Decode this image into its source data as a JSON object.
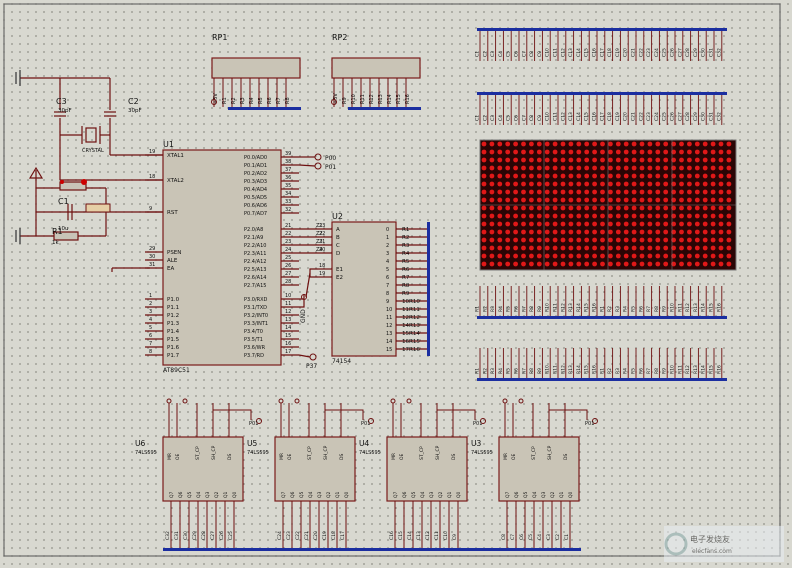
{
  "oscillator": {
    "c3": "C3",
    "c3_value": "30pF",
    "c2": "C2",
    "c2_value": "30pF",
    "crystal": "CRYSTAL",
    "c1": "C1",
    "c1_value": "10u",
    "r1": "R1",
    "r1_value": "1k"
  },
  "mcu": {
    "ref": "U1",
    "part": "AT89C51",
    "left_pins": [
      {
        "num": "19",
        "name": "XTAL1"
      },
      {
        "num": "18",
        "name": "XTAL2"
      },
      {
        "num": "9",
        "name": "RST"
      },
      {
        "num": "29",
        "name": "PSEN"
      },
      {
        "num": "30",
        "name": "ALE"
      },
      {
        "num": "31",
        "name": "EA"
      },
      {
        "num": "1",
        "name": "P1.0"
      },
      {
        "num": "2",
        "name": "P1.1"
      },
      {
        "num": "3",
        "name": "P1.2"
      },
      {
        "num": "4",
        "name": "P1.3"
      },
      {
        "num": "5",
        "name": "P1.4"
      },
      {
        "num": "6",
        "name": "P1.5"
      },
      {
        "num": "7",
        "name": "P1.6"
      },
      {
        "num": "8",
        "name": "P1.7"
      }
    ],
    "right_pins": [
      {
        "num": "39",
        "name": "P0.0/AD0"
      },
      {
        "num": "38",
        "name": "P0.1/AD1"
      },
      {
        "num": "37",
        "name": "P0.2/AD2"
      },
      {
        "num": "36",
        "name": "P0.3/AD3"
      },
      {
        "num": "35",
        "name": "P0.4/AD4"
      },
      {
        "num": "34",
        "name": "P0.5/AD5"
      },
      {
        "num": "33",
        "name": "P0.6/AD6"
      },
      {
        "num": "32",
        "name": "P0.7/AD7"
      },
      {
        "num": "21",
        "name": "P2.0/A8",
        "net": "Z1"
      },
      {
        "num": "22",
        "name": "P2.1/A9",
        "net": "Z2"
      },
      {
        "num": "23",
        "name": "P2.2/A10",
        "net": "Z3"
      },
      {
        "num": "24",
        "name": "P2.3/A11",
        "net": "Z4"
      },
      {
        "num": "25",
        "name": "P2.4/A12"
      },
      {
        "num": "26",
        "name": "P2.5/A13"
      },
      {
        "num": "27",
        "name": "P2.6/A14"
      },
      {
        "num": "28",
        "name": "P2.7/A15"
      },
      {
        "num": "10",
        "name": "P3.0/RXD"
      },
      {
        "num": "11",
        "name": "P3.1/TXD"
      },
      {
        "num": "12",
        "name": "P3.2/INT0"
      },
      {
        "num": "13",
        "name": "P3.3/INT1"
      },
      {
        "num": "14",
        "name": "P3.4/T0"
      },
      {
        "num": "15",
        "name": "P3.5/T1"
      },
      {
        "num": "16",
        "name": "P3.6/WR"
      },
      {
        "num": "17",
        "name": "P3.7/RD"
      }
    ]
  },
  "nets": {
    "p00": "P00",
    "p01": "P01",
    "p37": "P37",
    "gnd": "GND"
  },
  "decoder": {
    "ref": "U2",
    "part": "74154",
    "inputs": [
      {
        "num": "23",
        "name": "A",
        "net": "Z1"
      },
      {
        "num": "22",
        "name": "B",
        "net": "Z2"
      },
      {
        "num": "21",
        "name": "C",
        "net": "Z3"
      },
      {
        "num": "20",
        "name": "D",
        "net": "Z4"
      },
      {
        "num": "18",
        "name": "E1"
      },
      {
        "num": "19",
        "name": "E2"
      }
    ],
    "outputs": [
      "R1",
      "R2",
      "R3",
      "R4",
      "R5",
      "R6",
      "R7",
      "R8",
      "R9",
      "10R10",
      "11R11",
      "12R12",
      "14R13",
      "15R14",
      "16R15",
      "17R16"
    ]
  },
  "resistor_packs": [
    {
      "ref": "RP1",
      "pins": [
        "+5V",
        "R1",
        "R2",
        "R3",
        "R4",
        "R5",
        "R6",
        "R7",
        "R8"
      ]
    },
    {
      "ref": "RP2",
      "pins": [
        "+5V",
        "R9",
        "R10",
        "R11",
        "R12",
        "R13",
        "R14",
        "R15",
        "R16"
      ]
    }
  ],
  "column_labels": [
    "C1",
    "C2",
    "C3",
    "C4",
    "C5",
    "C6",
    "C7",
    "C8",
    "C9",
    "C10",
    "C11",
    "C12",
    "C13",
    "C14",
    "C15",
    "C16",
    "C17",
    "C18",
    "C19",
    "C20",
    "C21",
    "C22",
    "C23",
    "C24",
    "C25",
    "C26",
    "C27",
    "C28",
    "C29",
    "C30",
    "C31",
    "C32"
  ],
  "row_labels": [
    "R1",
    "R2",
    "R3",
    "R4",
    "R5",
    "R6",
    "R7",
    "R8",
    "R9",
    "R10",
    "R11",
    "R12",
    "R13",
    "R14",
    "R15",
    "R16"
  ],
  "shift_registers": [
    {
      "ref": "U6",
      "part": "74LS595",
      "outputs": [
        "C32",
        "C31",
        "C30",
        "C29",
        "C28",
        "C27",
        "C26",
        "C25"
      ]
    },
    {
      "ref": "U5",
      "part": "74LS595",
      "outputs": [
        "C24",
        "C23",
        "C22",
        "C21",
        "C20",
        "C19",
        "C18",
        "C17"
      ]
    },
    {
      "ref": "U4",
      "part": "74LS595",
      "outputs": [
        "C16",
        "C15",
        "C14",
        "C13",
        "C12",
        "C11",
        "C10",
        "C9"
      ]
    },
    {
      "ref": "U3",
      "part": "74LS595",
      "outputs": [
        "C8",
        "C7",
        "C6",
        "C5",
        "C4",
        "C3",
        "C2",
        "C1"
      ]
    }
  ],
  "shift_register_inputs": [
    "MR",
    "OE",
    "ST_CP",
    "SH_CP",
    "DS"
  ],
  "shift_register_output_pins": [
    "Q7",
    "Q6",
    "Q5",
    "Q4",
    "Q3",
    "Q2",
    "Q1",
    "Q0"
  ],
  "watermark": {
    "line1": "电子发烧友",
    "line2": "elecfans.com"
  },
  "colors": {
    "wire": "#6e1010",
    "bus": "#1b2ea0",
    "chip_fill": "#c9c4b6",
    "led_on": "#e01818",
    "led_bg": "#2a0505"
  }
}
